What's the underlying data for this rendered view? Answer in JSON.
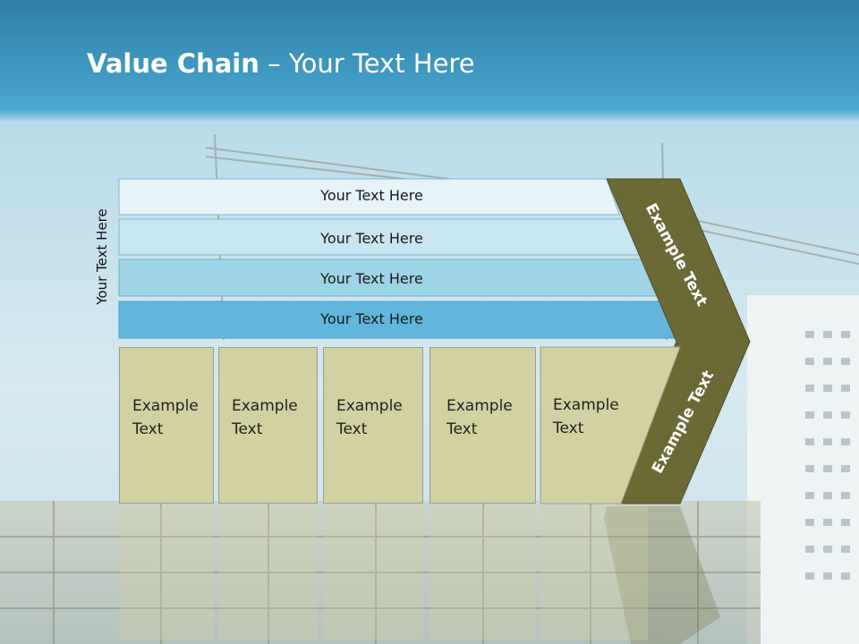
{
  "title": {
    "bold": "Value Chain",
    "rest": " – Your Text Here"
  },
  "side_label": "Your Text Here",
  "rows": [
    "Your Text Here",
    "Your Text Here",
    "Your Text Here",
    "Your Text Here"
  ],
  "boxes": [
    {
      "line1": "Example",
      "line2": "Text"
    },
    {
      "line1": "Example",
      "line2": "Text"
    },
    {
      "line1": "Example",
      "line2": "Text"
    },
    {
      "line1": "Example",
      "line2": "Text"
    },
    {
      "line1": "Example",
      "line2": "Text"
    }
  ],
  "chevron": {
    "upper": "Example Text",
    "lower": "Example Text"
  },
  "colors": {
    "header": "#3a93bb",
    "row1": "#e6f3f9",
    "row2": "#c8e6f1",
    "row3": "#9fd3e7",
    "row4": "#62b6db",
    "box": "#d2d1a1",
    "chevron": "#6b6a35"
  }
}
